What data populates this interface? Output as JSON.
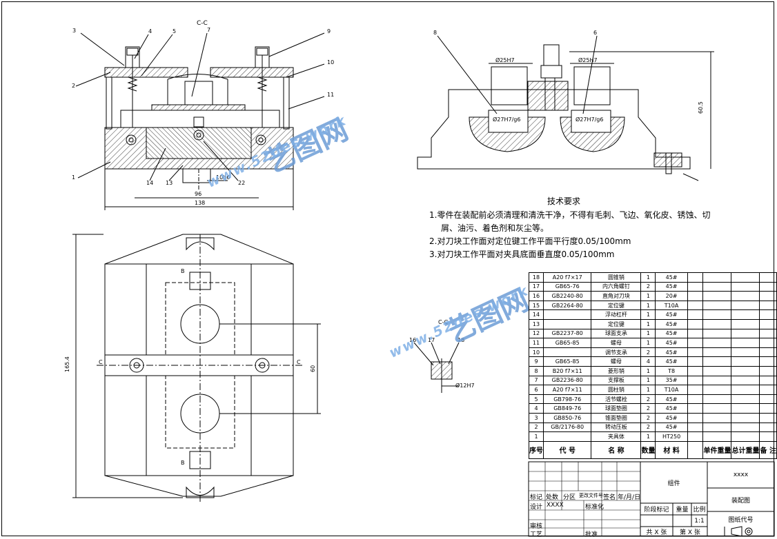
{
  "drawing": {
    "section_label_top": "C-C",
    "section_label_detail": "C-C",
    "callouts_top": [
      "1",
      "2",
      "3",
      "4",
      "5",
      "7",
      "9",
      "10",
      "11",
      "13",
      "14",
      "22"
    ],
    "callouts_right": [
      "8",
      "6"
    ],
    "callouts_detail": [
      "16",
      "17",
      "18"
    ],
    "dims": {
      "d_top_1": "10h6",
      "d_top_2": "96",
      "d_top_3": "138",
      "d_left": "165.4",
      "d_center": "60",
      "d_right_h": "60.5",
      "bore_top_left": "Ø25H7",
      "bore_top_right": "Ø25H7",
      "bore_bot_left": "Ø27H7/g6",
      "bore_bot_right": "Ø27H7/g6",
      "detail_bore": "Ø12H7",
      "mark_c": "C",
      "mark_b": "B"
    }
  },
  "watermarks": [
    {
      "main": "艺图网",
      "sub": "www.52des.work"
    },
    {
      "main": "艺图网",
      "sub": "www.52des.work"
    }
  ],
  "tech": {
    "title": "技术要求",
    "line1": "1.零件在装配前必须清理和清洗干净，不得有毛刺、飞边、氧化皮、锈蚀、切",
    "line1b": "屑、油污、着色剂和灰尘等。",
    "line2": "2.对刀块工作面对定位键工作平面平行度0.05/100mm",
    "line3": "3.对刀块工作平面对夹具底面垂直度0.05/100mm"
  },
  "bom": {
    "rows": [
      [
        "18",
        "A20 f7×17",
        "圆锥销",
        "1",
        "45#"
      ],
      [
        "17",
        "GB65-76",
        "内六角螺钉",
        "2",
        "45#"
      ],
      [
        "16",
        "GB2240-80",
        "直角对刀块",
        "1",
        "20#"
      ],
      [
        "15",
        "GB2264-80",
        "定位键",
        "1",
        "T10A"
      ],
      [
        "14",
        "",
        "浮动杠杆",
        "1",
        "45#"
      ],
      [
        "13",
        "",
        "定位键",
        "1",
        "45#"
      ],
      [
        "12",
        "GB2237-80",
        "球面支承",
        "1",
        "45#"
      ],
      [
        "11",
        "GB65-85",
        "螺母",
        "1",
        "45#"
      ],
      [
        "10",
        "",
        "调节支承",
        "2",
        "45#"
      ],
      [
        "9",
        "GB65-85",
        "螺母",
        "4",
        "45#"
      ],
      [
        "8",
        "B20 f7×11",
        "菱形销",
        "1",
        "T8"
      ],
      [
        "7",
        "GB2236-80",
        "支撑板",
        "1",
        "35#"
      ],
      [
        "6",
        "A20 f7×11",
        "圆柱销",
        "1",
        "T10A"
      ],
      [
        "5",
        "GB798-76",
        "活节螺栓",
        "2",
        "45#"
      ],
      [
        "4",
        "GB849-76",
        "球面垫圈",
        "2",
        "45#"
      ],
      [
        "3",
        "GB850-76",
        "锥面垫圈",
        "2",
        "45#"
      ],
      [
        "2",
        "GB/2176-80",
        "转动压板",
        "2",
        "45#"
      ],
      [
        "1",
        "",
        "夹具体",
        "1",
        "HT250"
      ]
    ],
    "header": {
      "no": "序号",
      "code": "代    号",
      "name": "名    称",
      "qty": "数量",
      "material": "材    料",
      "unit": "单件重量",
      "total": "总计重量",
      "note": "备  注"
    }
  },
  "titleblock": {
    "zujian": "组件",
    "xxxx": "xxxx",
    "zhuangpeitu": "装配图",
    "tuzhidaihao": "图纸代号",
    "row_labels": {
      "biaoji": "标记",
      "chushu": "处数",
      "fenqu": "分区",
      "gengai": "更改文件号",
      "qianming": "签名",
      "nianyueri": "年/月/日",
      "sheji": "设计",
      "shejiren": "XXXX",
      "biaozhunhua": "标准化",
      "shenhe": "审核",
      "gongyi": "工艺",
      "pizhun": "批准"
    },
    "jieduan": "阶段标记",
    "zhongliang": "重量",
    "bili": "比例",
    "scale": "1:1",
    "gong": "共  X  张",
    "di": "第  X  张"
  }
}
